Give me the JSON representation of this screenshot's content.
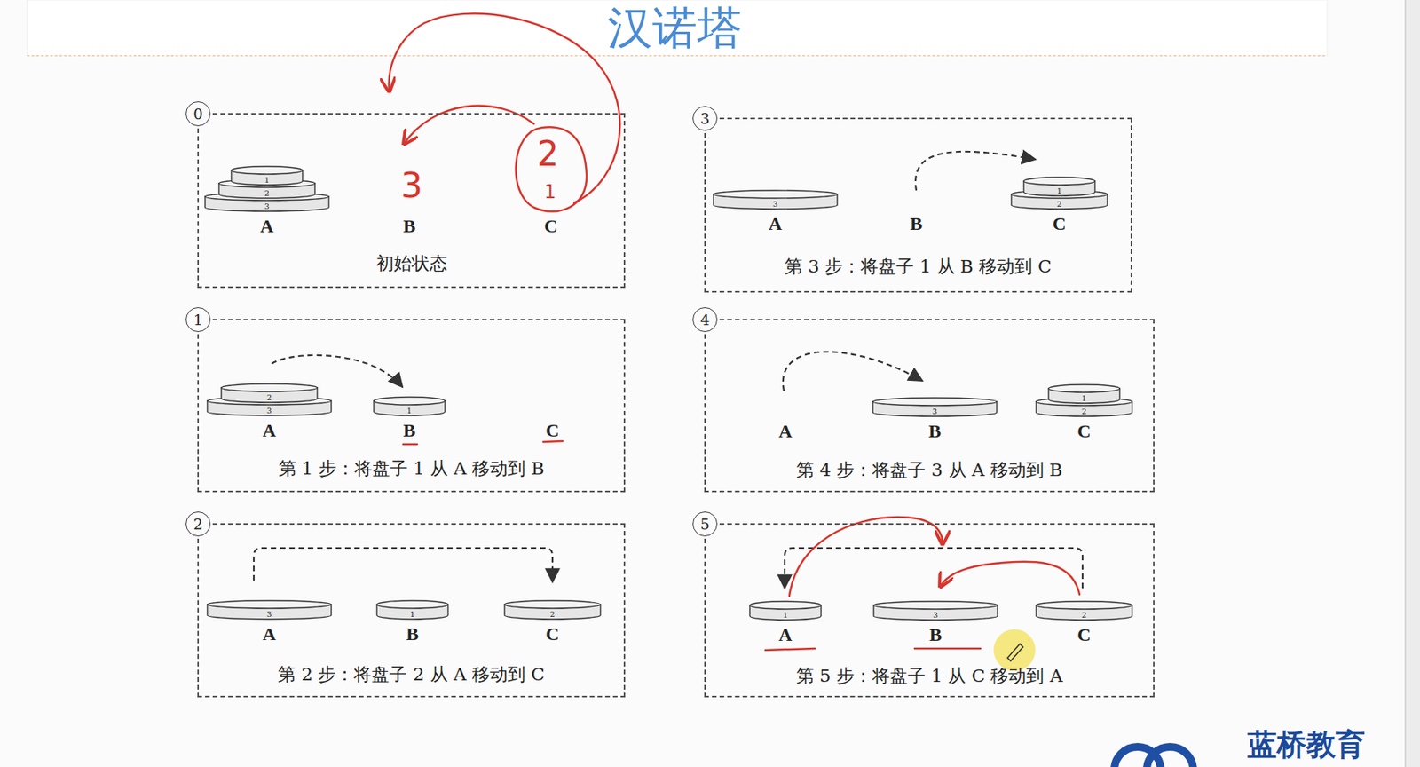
{
  "diagram": {
    "title": "汉诺塔",
    "nodes": [
      {
        "text": [
          "0",
          "初始状态"
        ]
      },
      {
        "text": [
          "1",
          "第 1 步：将盘子 1 从 A 移动到 B"
        ]
      },
      {
        "text": [
          "2",
          "第 2 步：将盘子 2 从 A 移动到 C"
        ]
      },
      {
        "text": [
          "3",
          "第 3 步：将盘子 1 从 B 移动到 C"
        ]
      },
      {
        "text": [
          "4",
          "第 4 步：将盘子 3 从 A 移动到 B"
        ]
      },
      {
        "text": [
          "5",
          "第 5 步：将盘子 1 从 C 移动到 A"
        ]
      }
    ],
    "labels": [
      "1",
      "2",
      "3",
      "A",
      "B",
      "C",
      "2",
      "3",
      "1",
      "A",
      "B",
      "C",
      "3",
      "1",
      "2",
      "A",
      "B",
      "C",
      "3",
      "1",
      "2",
      "A",
      "B",
      "C",
      "3",
      "1",
      "2",
      "A",
      "B",
      "C",
      "1",
      "3",
      "2",
      "A",
      "B",
      "C",
      "3",
      "2",
      "1",
      "蓝桥教育"
    ]
  }
}
